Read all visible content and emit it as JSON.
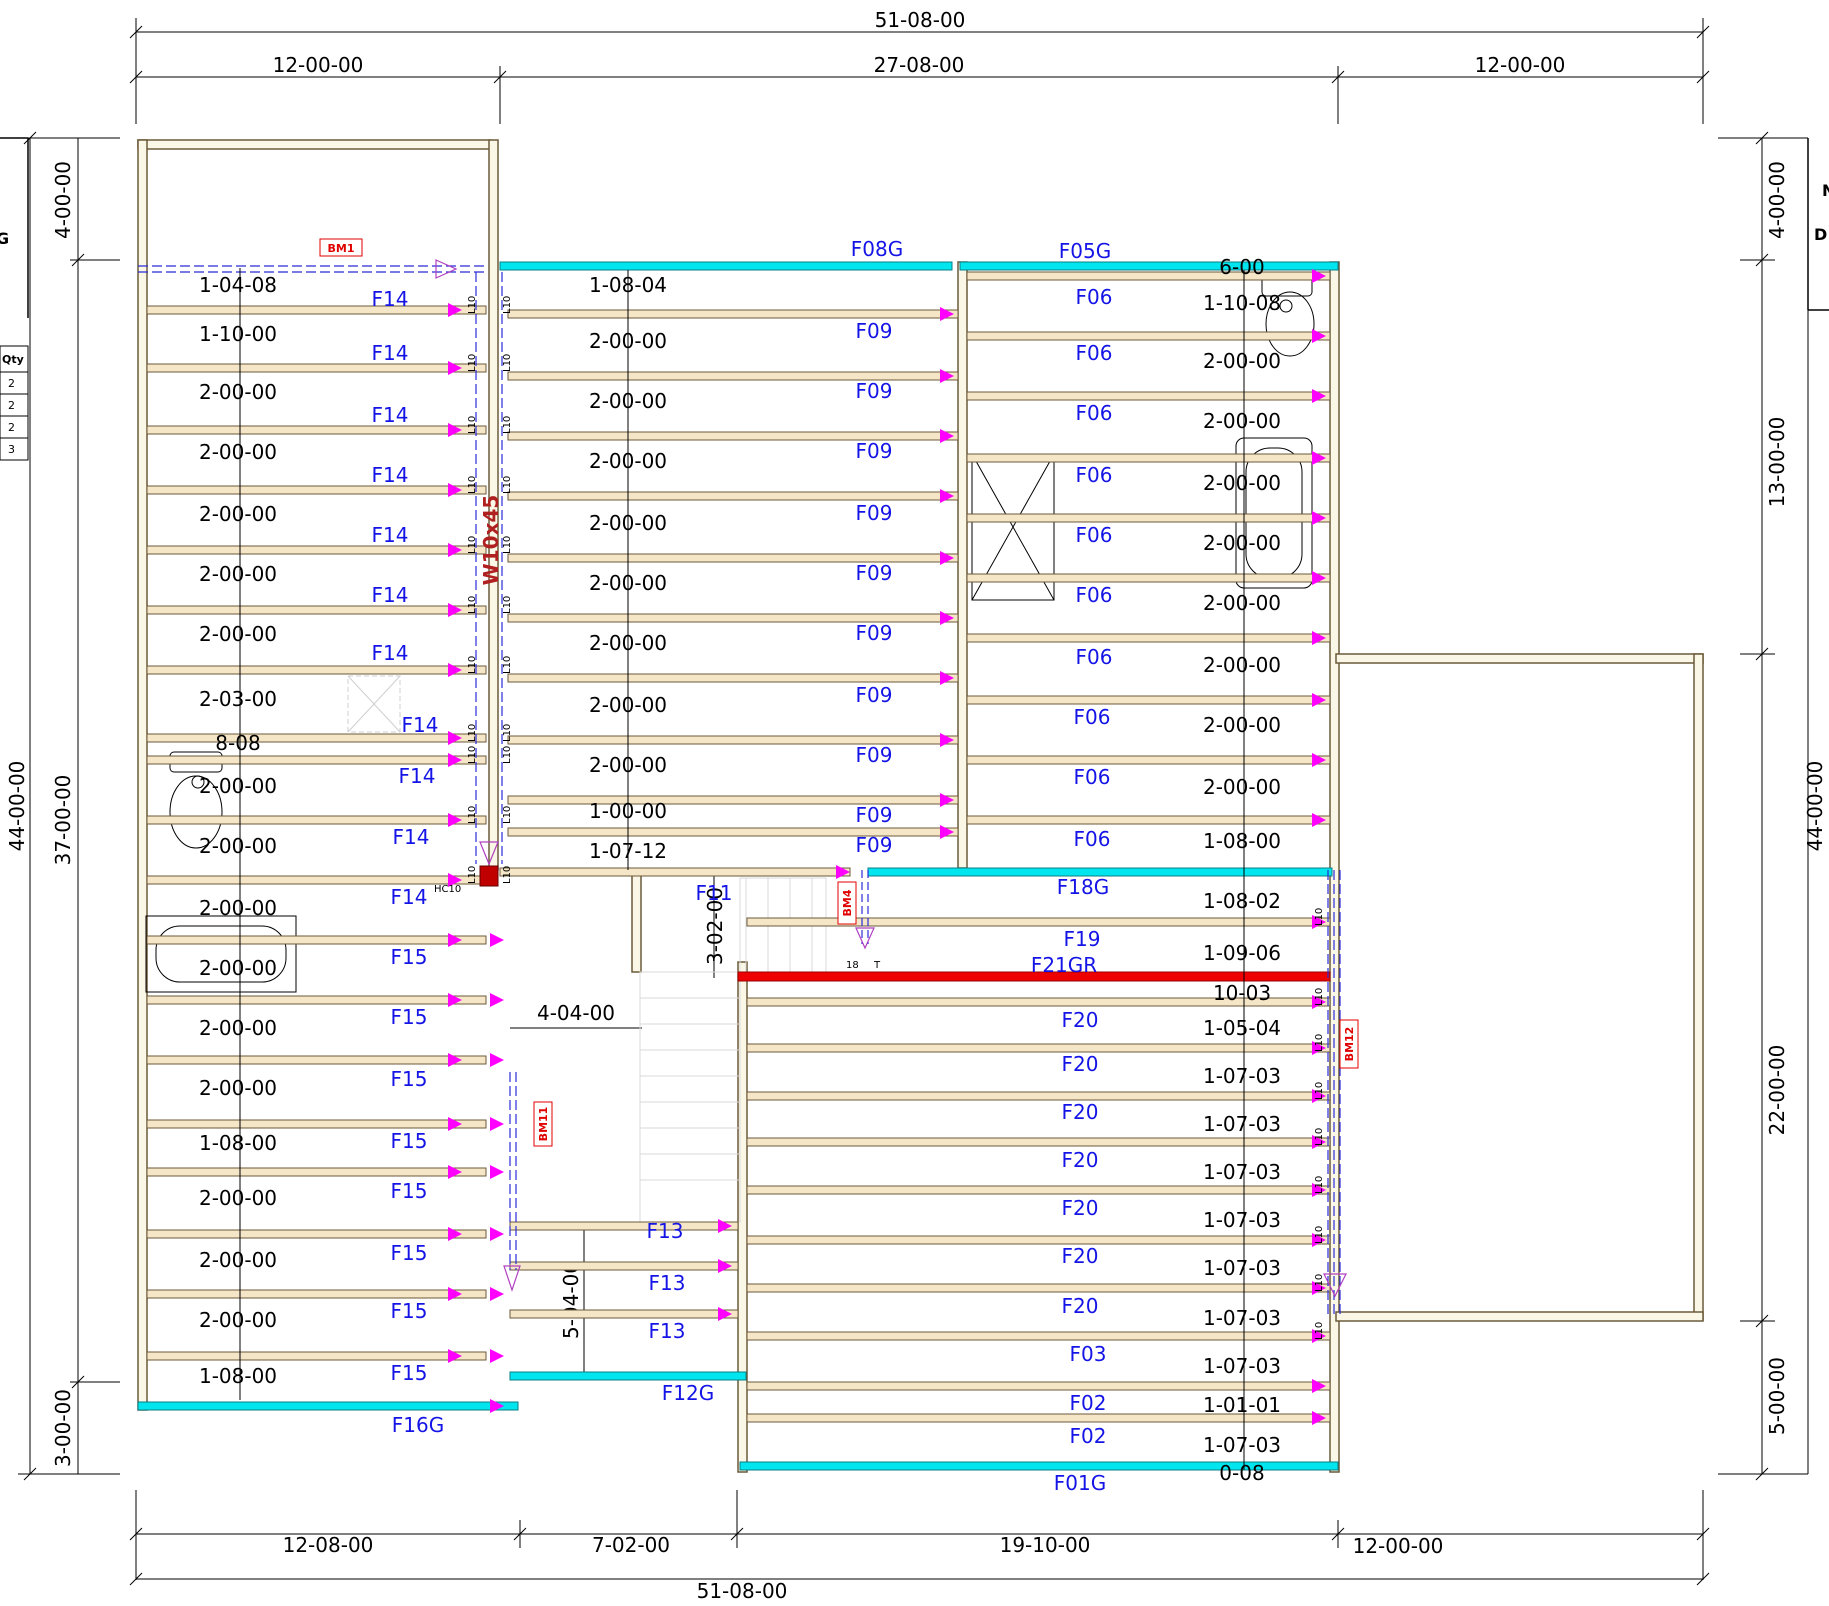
{
  "dimensions": {
    "top_total": "51-08-00",
    "top_segments": [
      "12-00-00",
      "27-08-00",
      "12-00-00"
    ],
    "bottom_segments": [
      "12-08-00",
      "7-02-00",
      "19-10-00",
      "12-00-00"
    ],
    "bottom_total": "51-08-00",
    "left_outer": "44-00-00",
    "left_inner": [
      "4-00-00",
      "37-00-00",
      "3-00-00"
    ],
    "right_inner": [
      "4-00-00",
      "13-00-00",
      "22-00-00",
      "5-00-00"
    ],
    "right_outer": "44-00-00",
    "interior": [
      "3-02-00",
      "4-04-00",
      "5-04-00"
    ]
  },
  "spans": {
    "left_bay": [
      "1-04-08",
      "1-10-00",
      "2-00-00",
      "2-00-00",
      "2-00-00",
      "2-00-00",
      "2-00-00",
      "2-03-00",
      "8-08",
      "2-00-00",
      "2-00-00",
      "2-00-00",
      "2-00-00",
      "2-00-00",
      "2-00-00",
      "1-08-00",
      "2-00-00",
      "2-00-00",
      "2-00-00",
      "1-08-00"
    ],
    "middle_bay": [
      "1-08-04",
      "2-00-00",
      "2-00-00",
      "2-00-00",
      "2-00-00",
      "2-00-00",
      "2-00-00",
      "2-00-00",
      "2-00-00",
      "1-00-00",
      "1-07-12"
    ],
    "right_bay": [
      "6-00",
      "1-10-08",
      "2-00-00",
      "2-00-00",
      "2-00-00",
      "2-00-00",
      "2-00-00",
      "2-00-00",
      "2-00-00",
      "2-00-00",
      "1-08-00",
      "1-08-02",
      "1-09-06",
      "10-03",
      "1-05-04",
      "1-07-03",
      "1-07-03",
      "1-07-03",
      "1-07-03",
      "1-07-03",
      "1-07-03",
      "1-07-03",
      "1-01-01",
      "1-07-03",
      "0-08"
    ]
  },
  "joist_labels": {
    "left": [
      "F14",
      "F14",
      "F14",
      "F14",
      "F14",
      "F14",
      "F14",
      "F14",
      "F14",
      "F14",
      "F14",
      "F15",
      "F15",
      "F15",
      "F15",
      "F15",
      "F15",
      "F15",
      "F15",
      "F16G"
    ],
    "middle": [
      "F08G",
      "F09",
      "F09",
      "F09",
      "F09",
      "F09",
      "F09",
      "F09",
      "F09",
      "F09",
      "F09",
      "F11",
      "F13",
      "F13",
      "F13",
      "F12G"
    ],
    "right": [
      "F05G",
      "F06",
      "F06",
      "F06",
      "F06",
      "F06",
      "F06",
      "F06",
      "F06",
      "F06",
      "F06",
      "F18G",
      "F19",
      "F21GR",
      "F20",
      "F20",
      "F20",
      "F20",
      "F20",
      "F20",
      "F20",
      "F03",
      "F02",
      "F02",
      "F01G"
    ]
  },
  "beams": [
    "BM1",
    "BM4",
    "BM11",
    "BM12"
  ],
  "beam_steel": "W10x45",
  "hanger_codes": [
    "L10",
    "HC10",
    "18",
    "T"
  ],
  "schedule": {
    "header": "Qty",
    "values": [
      "2",
      "2",
      "2",
      "3"
    ]
  },
  "title_block": {
    "left_fragment": [
      "",
      "G"
    ],
    "right_fragment": [
      "N",
      "D"
    ]
  },
  "colors": {
    "joist_fill": "#f5e6c8",
    "joist_stroke": "#6b5a3a",
    "rim_board": "#00e5ee",
    "girder_red": "#ee0000",
    "arrow_magenta": "#ff00ff",
    "label_blue": "#1414e6",
    "beam_dash_blue": "#2b2bd8",
    "wall_fill": "#fbf7e6"
  }
}
